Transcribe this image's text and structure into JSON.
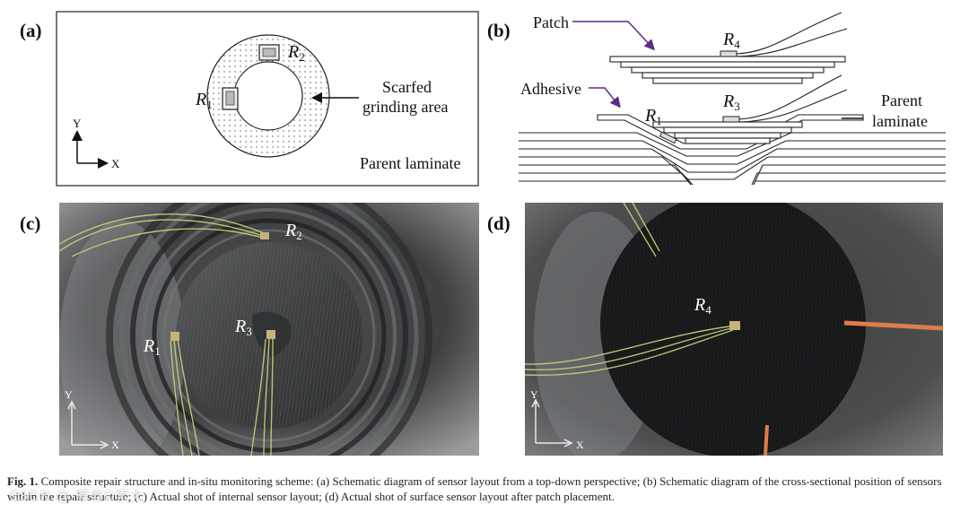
{
  "panels": {
    "a": {
      "label": "(a)",
      "sensor_r1": "R",
      "sensor_r1_sub": "1",
      "sensor_r2": "R",
      "sensor_r2_sub": "2",
      "scarf_line1": "Scarfed",
      "scarf_line2": "grinding area",
      "parent": "Parent laminate",
      "axis_y": "Y",
      "axis_x": "X"
    },
    "b": {
      "label": "(b)",
      "patch": "Patch",
      "adhesive": "Adhesive",
      "parent_line1": "Parent",
      "parent_line2": "laminate",
      "sensor_r1": "R",
      "sensor_r1_sub": "1",
      "sensor_r3": "R",
      "sensor_r3_sub": "3",
      "sensor_r4": "R",
      "sensor_r4_sub": "4"
    },
    "c": {
      "label": "(c)",
      "sensor_r1": "R",
      "sensor_r1_sub": "1",
      "sensor_r2": "R",
      "sensor_r2_sub": "2",
      "sensor_r3": "R",
      "sensor_r3_sub": "3",
      "axis_y": "Y",
      "axis_x": "X"
    },
    "d": {
      "label": "(d)",
      "sensor_r4": "R",
      "sensor_r4_sub": "4",
      "axis_y": "Y",
      "axis_x": "X"
    }
  },
  "caption": {
    "prefix": "Fig. 1.",
    "text": "Composite repair structure and in-situ monitoring scheme: (a) Schematic diagram of sensor layout from a top-down perspective; (b) Schematic diagram of the cross-sectional position of sensors within the repair structure; (c) Actual shot of internal sensor layout; (d) Actual shot of surface sensor layout after patch placement."
  },
  "watermark": "CSDN @ 蒙奇D索大",
  "colors": {
    "text": "#111111",
    "arrow": "#5b2c83",
    "sensor_wire": "#c8d27a",
    "photo_dark": "#1a1b1d",
    "orange_wire": "#e07b4a"
  }
}
